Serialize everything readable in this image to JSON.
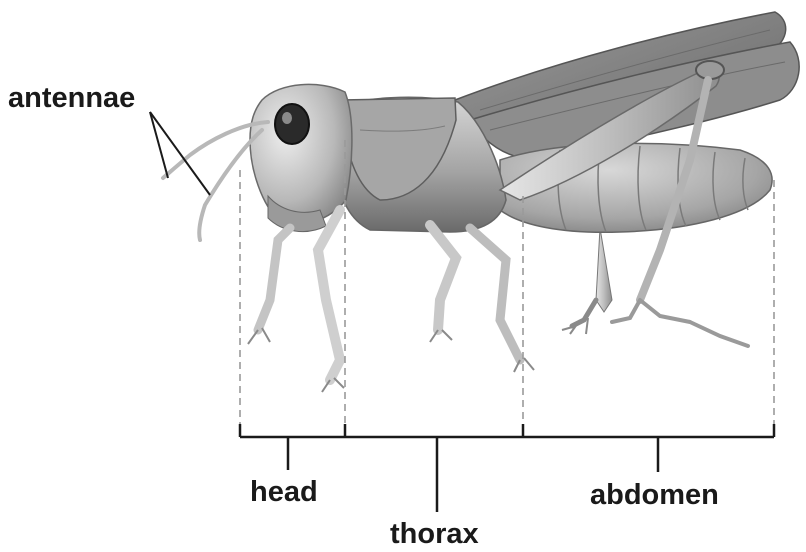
{
  "diagram": {
    "labels": {
      "antennae": "antennae",
      "head": "head",
      "thorax": "thorax",
      "abdomen": "abdomen"
    },
    "colors": {
      "text": "#1a1a1a",
      "bracket": "#1a1a1a",
      "dashed_guide": "#9a9a9a",
      "insect_body_light": "#d9d9d9",
      "insect_body_mid": "#a8a8a8",
      "insect_body_dark": "#5e5e5e"
    }
  }
}
